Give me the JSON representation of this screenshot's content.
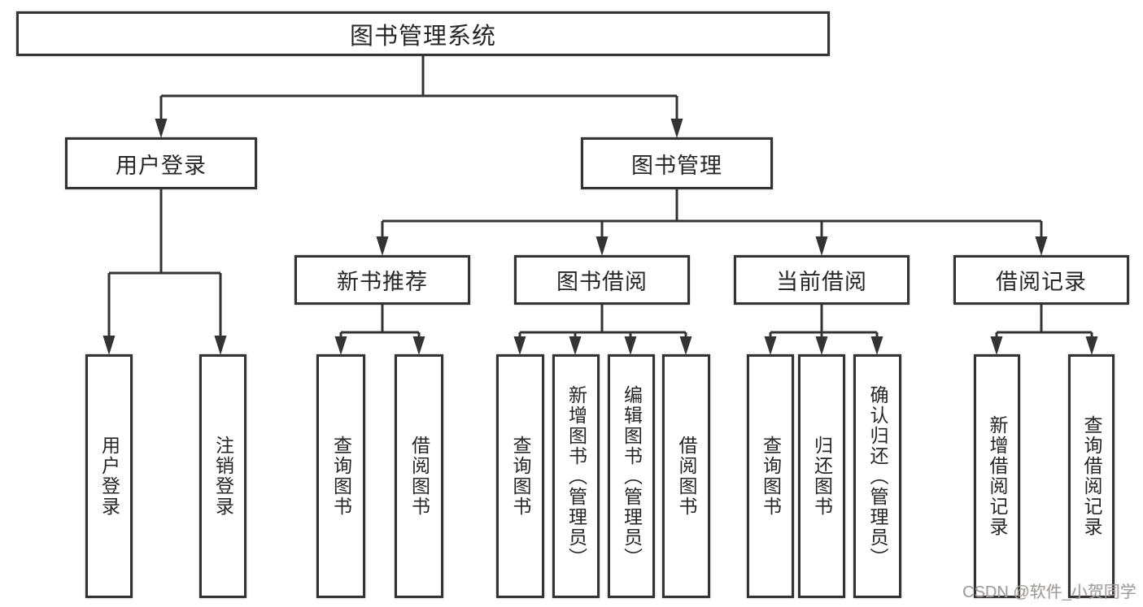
{
  "tree": {
    "root": {
      "label": "图书管理系统"
    },
    "branches": [
      {
        "label": "用户登录",
        "children": [
          {
            "label": "用户登录"
          },
          {
            "label": "注销登录"
          }
        ]
      },
      {
        "label": "图书管理",
        "groups": [
          {
            "label": "新书推荐",
            "children": [
              {
                "label": "查询图书"
              },
              {
                "label": "借阅图书"
              }
            ]
          },
          {
            "label": "图书借阅",
            "children": [
              {
                "label": "查询图书"
              },
              {
                "label": "新增图书（管理员）"
              },
              {
                "label": "编辑图书（管理员）"
              },
              {
                "label": "借阅图书"
              }
            ]
          },
          {
            "label": "当前借阅",
            "children": [
              {
                "label": "查询图书"
              },
              {
                "label": "归还图书"
              },
              {
                "label": "确认归还（管理员）"
              }
            ]
          },
          {
            "label": "借阅记录",
            "children": [
              {
                "label": "新增借阅记录"
              },
              {
                "label": "查询借阅记录"
              }
            ]
          }
        ]
      }
    ]
  },
  "watermark": {
    "text": "CSDN @软件_小贺同学"
  },
  "colors": {
    "line": "#333333",
    "text": "#262626",
    "background": "#ffffff",
    "watermark_text": "#9e9e9e"
  }
}
